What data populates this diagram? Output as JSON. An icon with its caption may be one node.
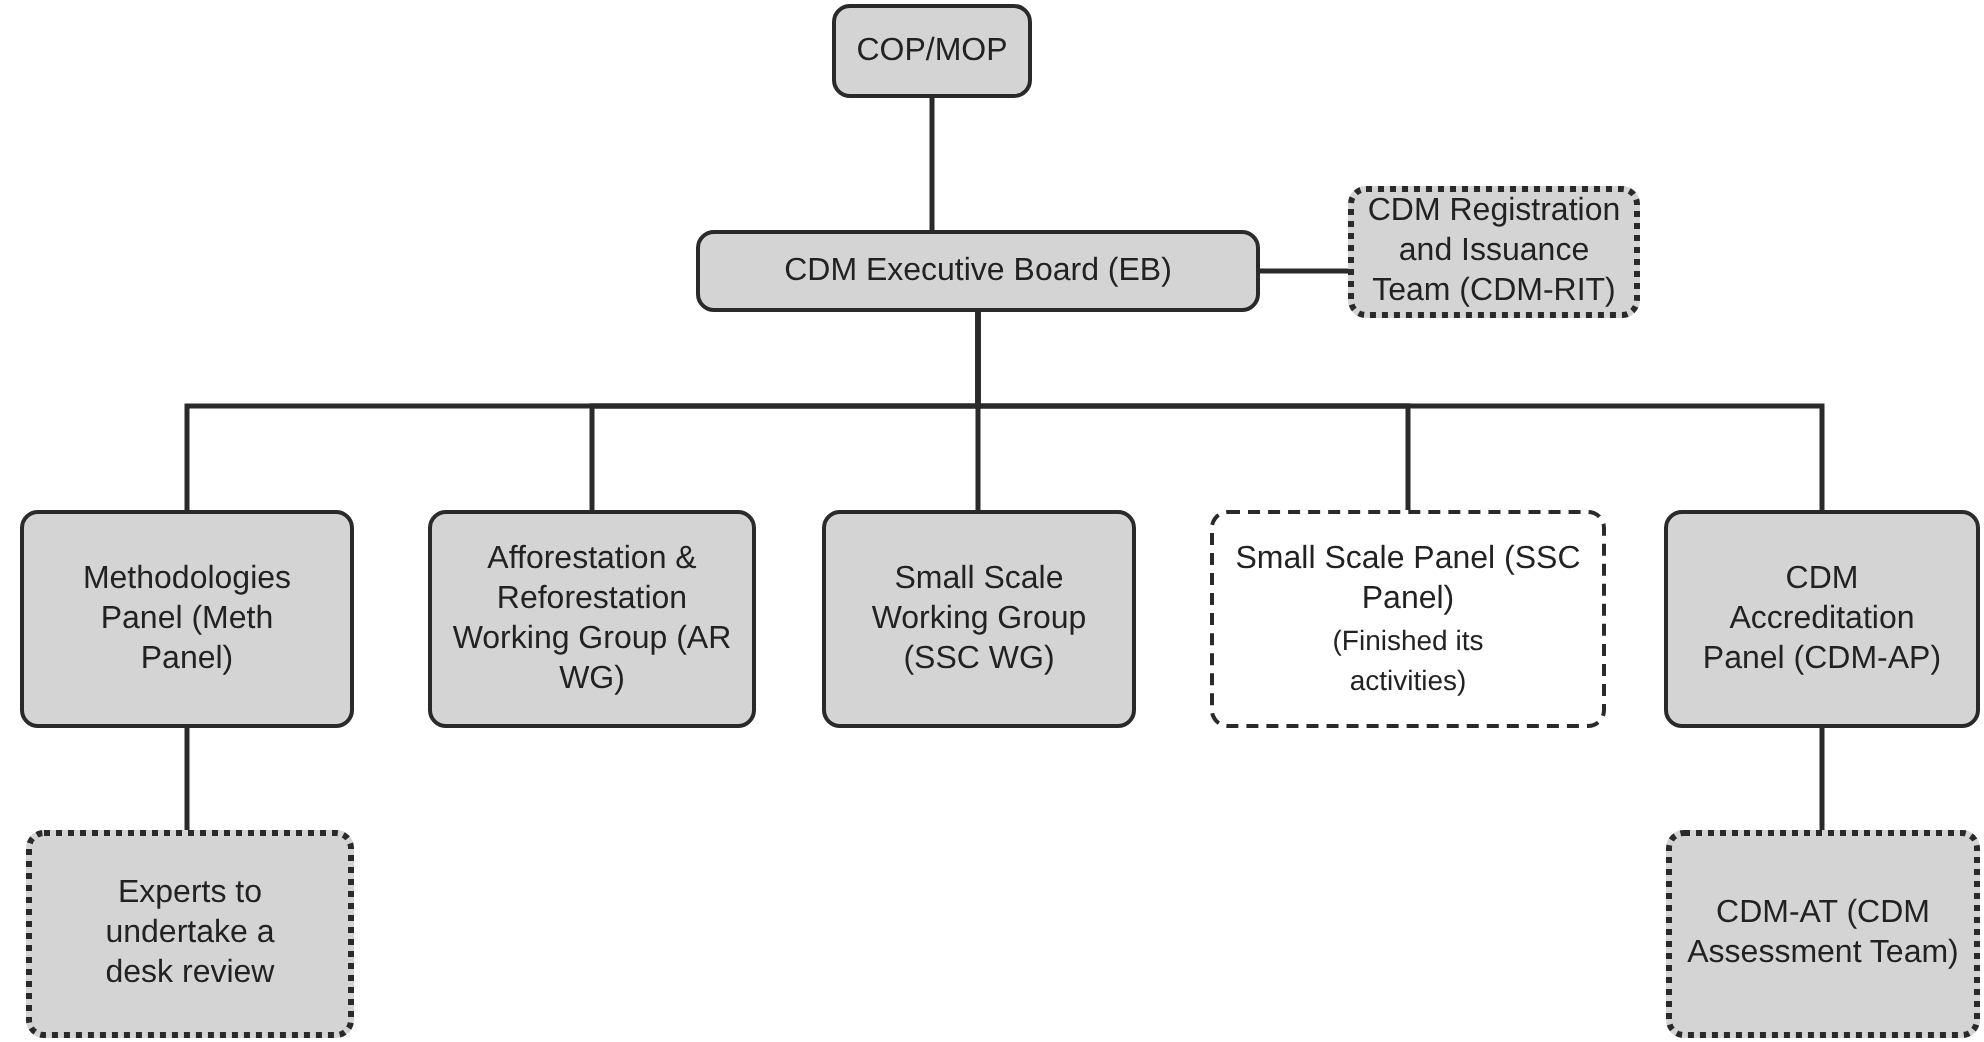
{
  "diagram": {
    "nodes": [
      {
        "text": [
          "COP/MOP"
        ]
      },
      {
        "text": [
          "CDM Executive Board (EB)"
        ]
      },
      {
        "text": [
          "CDM Registration and Issuance Team (CDM-RIT)"
        ]
      },
      {
        "text": [
          "Methodologies Panel (Meth Panel)"
        ]
      },
      {
        "text": [
          "Afforestation & Reforestation Working Group (AR WG)"
        ]
      },
      {
        "text": [
          "Small Scale Working Group (SSC WG)"
        ]
      },
      {
        "text": [
          "Small Scale Panel (SSC Panel)",
          "(Finished its activities)"
        ]
      },
      {
        "text": [
          "CDM Accreditation Panel (CDM-AP)"
        ]
      },
      {
        "text": [
          "Experts to undertake a desk review"
        ]
      },
      {
        "text": [
          "CDM-AT (CDM Assessment Team)"
        ]
      }
    ],
    "edges": [
      {
        "from": 0,
        "to": 1,
        "arrow": "none"
      },
      {
        "from": 1,
        "to": 2,
        "arrow": "none"
      },
      {
        "from": 1,
        "to": 3,
        "arrow": "none"
      },
      {
        "from": 1,
        "to": 4,
        "arrow": "none"
      },
      {
        "from": 1,
        "to": 5,
        "arrow": "none"
      },
      {
        "from": 1,
        "to": 6,
        "arrow": "none"
      },
      {
        "from": 1,
        "to": 7,
        "arrow": "none"
      },
      {
        "from": 3,
        "to": 8,
        "arrow": "none"
      },
      {
        "from": 7,
        "to": 9,
        "arrow": "none"
      }
    ]
  }
}
